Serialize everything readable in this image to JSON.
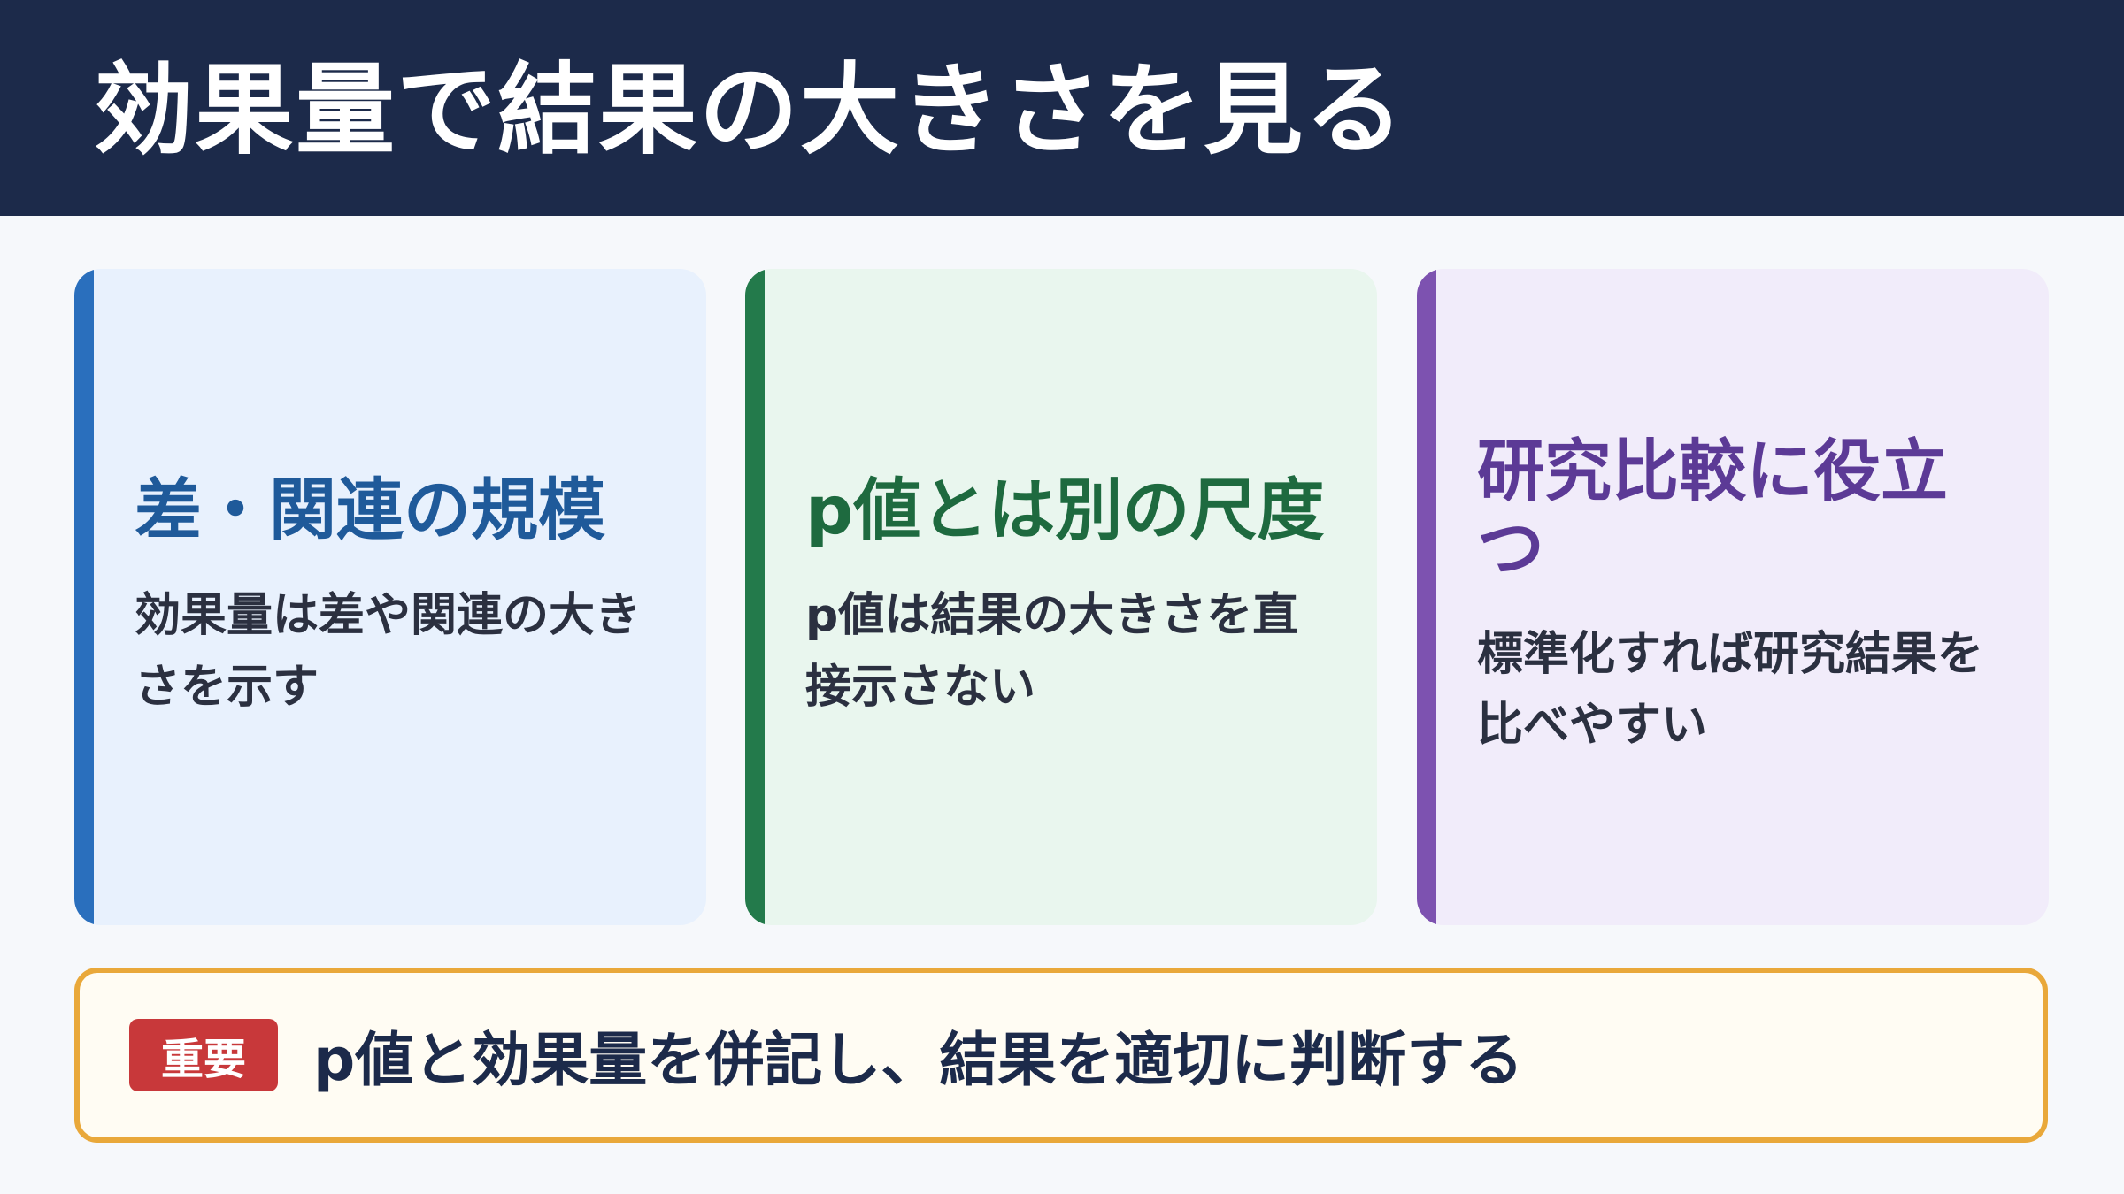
{
  "header": {
    "title": "効果量で結果の大きさを見る"
  },
  "cards": [
    {
      "heading": "差・関連の規模",
      "body": "効果量は差や関連の大きさを示す",
      "accent": "#2a6fbd"
    },
    {
      "heading": "p値とは別の尺度",
      "body": "p値は結果の大きさを直接示さない",
      "accent": "#237a4b"
    },
    {
      "heading": "研究比較に役立つ",
      "body": "標準化すれば研究結果を比べやすい",
      "accent": "#7d52b0"
    }
  ],
  "banner": {
    "badge": "重要",
    "text": "p値と効果量を併記し、結果を適切に判断する",
    "accent": "#e9a83a",
    "badge_color": "#c8383a"
  }
}
